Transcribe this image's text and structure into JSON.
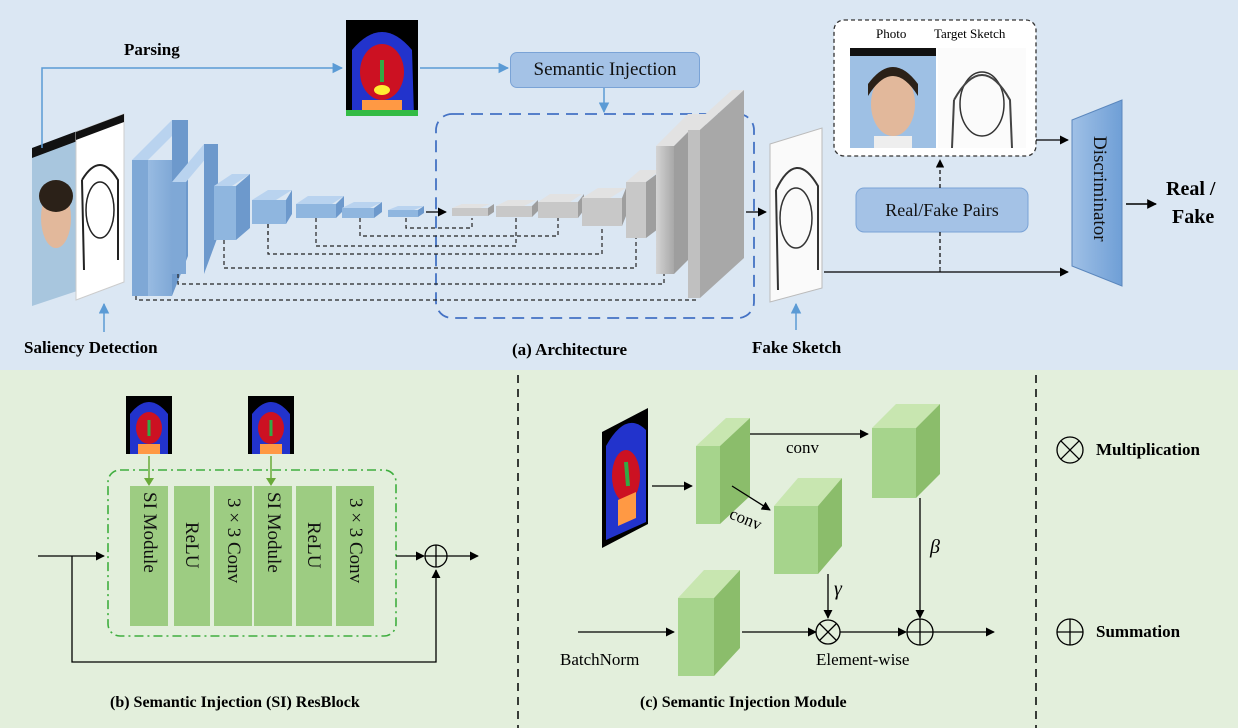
{
  "architecture": {
    "parsing": "Parsing",
    "semantic_injection": "Semantic Injection",
    "saliency_detection": "Saliency Detection",
    "caption": "(a) Architecture",
    "fake_sketch": "Fake Sketch",
    "photo": "Photo",
    "target_sketch": "Target Sketch",
    "real_fake_pairs": "Real/Fake Pairs",
    "discriminator": "Discriminator",
    "output_line1": "Real /",
    "output_line2": "Fake"
  },
  "resblock": {
    "caption": "(b) Semantic Injection (SI) ResBlock",
    "layers": [
      "SI Module",
      "ReLU",
      "3 × 3 Conv",
      "SI Module",
      "ReLU",
      "3 × 3 Conv"
    ]
  },
  "si_module": {
    "caption": "(c) Semantic Injection Module",
    "conv_top": "conv",
    "conv_diag": "conv",
    "gamma": "γ",
    "beta": "β",
    "batchnorm": "BatchNorm",
    "elementwise": "Element-wise"
  },
  "legend": {
    "multiplication": "Multiplication",
    "summation": "Summation"
  },
  "colors": {
    "top_panel": "#dbe7f3",
    "bottom_panel": "#e3efdc",
    "encoder_blue": "#8fb6df",
    "decoder_gray": "#bdbdbd",
    "green_block": "#9dcc82",
    "box_blue": "#a4c2e6",
    "arrow_blue": "#5b9bd5"
  }
}
